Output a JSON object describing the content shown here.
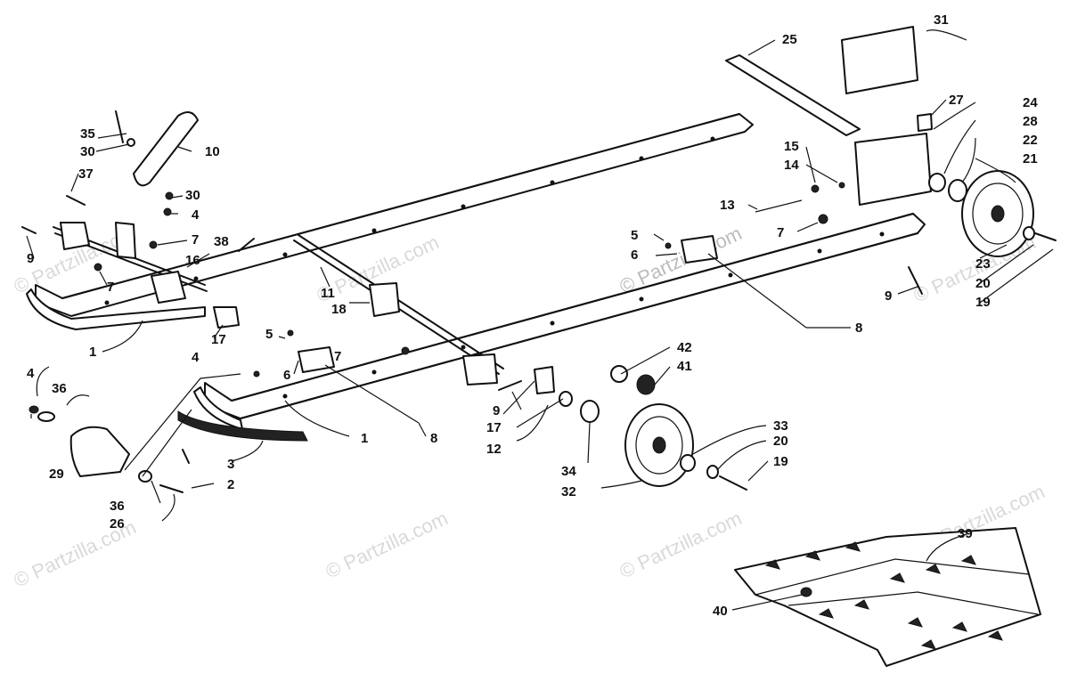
{
  "watermark": "© Partzilla.com",
  "callouts": {
    "c1a": "1",
    "c1b": "1",
    "c2": "2",
    "c3": "3",
    "c4a": "4",
    "c4b": "4",
    "c4c": "4",
    "c5a": "5",
    "c5b": "5",
    "c6a": "6",
    "c6b": "6",
    "c7a": "7",
    "c7b": "7",
    "c7c": "7",
    "c7d": "7",
    "c8a": "8",
    "c8b": "8",
    "c9a": "9",
    "c9b": "9",
    "c9c": "9",
    "c10": "10",
    "c11": "11",
    "c12": "12",
    "c13": "13",
    "c14": "14",
    "c15": "15",
    "c16": "16",
    "c17a": "17",
    "c17b": "17",
    "c18": "18",
    "c19a": "19",
    "c19b": "19",
    "c20a": "20",
    "c20b": "20",
    "c21": "21",
    "c22": "22",
    "c23": "23",
    "c24": "24",
    "c25": "25",
    "c26": "26",
    "c27": "27",
    "c28": "28",
    "c29": "29",
    "c30a": "30",
    "c30b": "30",
    "c31": "31",
    "c32": "32",
    "c33": "33",
    "c34": "34",
    "c35": "35",
    "c36a": "36",
    "c36b": "36",
    "c37": "37",
    "c38": "38",
    "c39": "39",
    "c40": "40",
    "c41": "41",
    "c42": "42"
  }
}
